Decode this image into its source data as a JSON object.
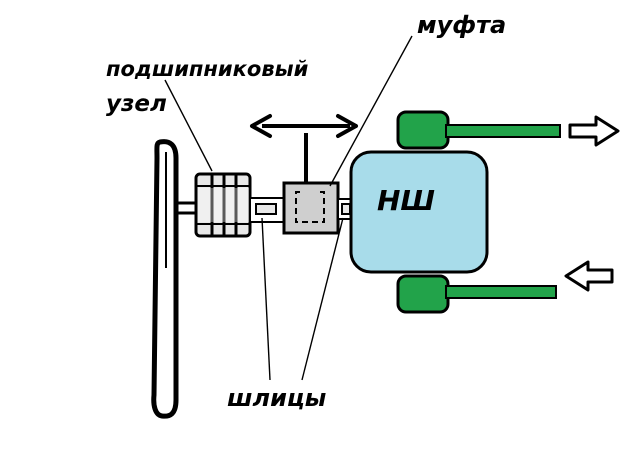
{
  "labels": {
    "coupling": "муфта",
    "bearing_line1": "подшипниковый",
    "bearing_line2": "узел",
    "pump": "НШ",
    "splines": "шлицы"
  },
  "colors": {
    "pump_fill": "#a8dcea",
    "green": "#22a34a",
    "coupling_fill": "#cfcfcf",
    "bearing_fill": "#e8e8e8",
    "outline": "#000000",
    "background": "#ffffff"
  },
  "icons": {
    "double_arrow": "left-right-arrow",
    "out_arrow": "right-hollow-arrow",
    "in_arrow": "left-hollow-arrow"
  }
}
